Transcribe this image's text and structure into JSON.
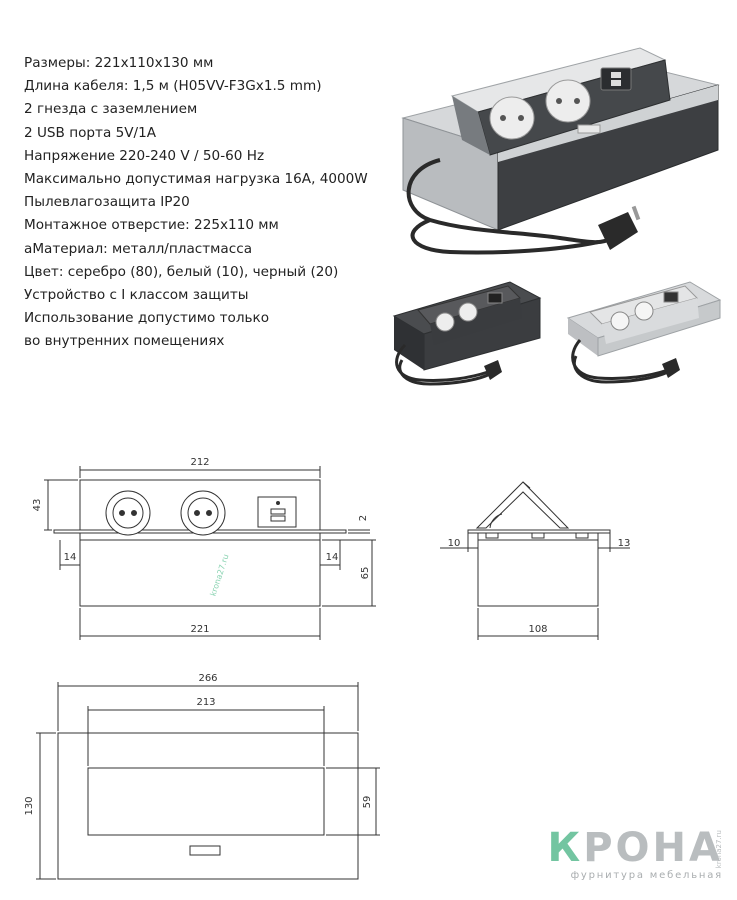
{
  "specs": [
    "Размеры: 221x110x130 мм",
    "Длина кабеля: 1,5 м (H05VV-F3Gx1.5 mm)",
    "2 гнезда с заземлением",
    "2 USB порта 5V/1A",
    "Напряжение 220-240 V / 50-60 Hz",
    "Максимально допустимая нагрузка 16A, 4000W",
    "Пылевлагозащита IP20",
    "Монтажное отверстие: 225x110 мм",
    "аМатериал: металл/пластмасса",
    "Цвет: серебро (80), белый (10), черный (20)",
    "Устройство с I классом защиты",
    "Использование допустимо только",
    "во внутренних помещениях"
  ],
  "front_view": {
    "width_top": "212",
    "height_top": "43",
    "flange": "2",
    "offset_left": "14",
    "offset_right": "14",
    "depth": "65",
    "width_bottom": "221",
    "watermark": "krona27.ru"
  },
  "side_view": {
    "offset_left": "10",
    "offset_right": "13",
    "width": "108"
  },
  "top_view": {
    "width_outer": "266",
    "width_inner": "213",
    "height_outer": "130",
    "height_inner": "59"
  },
  "logo": {
    "brand_first": "К",
    "brand_rest": "РОНА",
    "tagline": "фурнитура мебельная",
    "site": "krona27.ru"
  },
  "colors": {
    "silver": "#c9ccce",
    "dark_body": "#3d3f42",
    "brand_green": "#73c5a1",
    "brand_grey": "#b9bdbf"
  }
}
